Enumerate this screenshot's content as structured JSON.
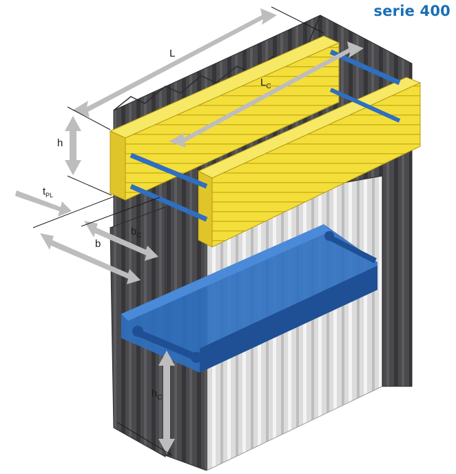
{
  "title": "serie 400",
  "colors": {
    "brand_blue": "#1a6fb5",
    "waler_yellow": "#f4de3a",
    "waler_yellow_dark": "#c9b01a",
    "strut_blue": "#2f6fc0",
    "strut_blue_dark": "#1f4f94",
    "sheet_dark": "#4a4a4d",
    "sheet_light": "#d8d8d8",
    "arrow_grey": "#bdbdbd"
  },
  "dimensions": {
    "L": "L",
    "Lc_main": "L",
    "Lc_sub": "C",
    "h": "h",
    "tpl_main": "t",
    "tpl_sub": "PL",
    "bc_main": "b",
    "bc_sub": "C",
    "b": "b",
    "hc_main": "h",
    "hc_sub": "C"
  }
}
